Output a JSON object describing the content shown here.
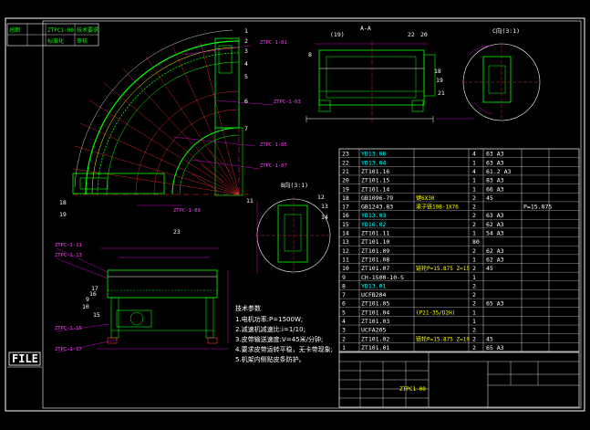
{
  "header": {
    "cells": [
      "总图",
      "ZTPC1-00",
      "技术要求",
      "标准化",
      "审核"
    ]
  },
  "side_label": "FILE",
  "notes": {
    "title": "技术参数",
    "lines": [
      "1.电机功率:P=1500W;",
      "2.减速机减速比:i=1/10;",
      "3.皮带输送速度:V=45米/分钟;",
      "4.要求皮带运转平稳，无卡带现象;",
      "5.机架内侧贴皮条防护。"
    ]
  },
  "callouts": [
    "1",
    "2",
    "3",
    "4",
    "5",
    "6",
    "7",
    "8",
    "9",
    "10",
    "11",
    "12",
    "13",
    "14",
    "15",
    "16",
    "17",
    "18",
    "19",
    "20",
    "21",
    "22",
    "23"
  ],
  "view_labels": {
    "section_aa": "A-A",
    "detail_c": "C向(3:1)",
    "detail_b": "B向(3:1)",
    "marker_19": "(19)",
    "marker_20": "20",
    "marker_22": "22"
  },
  "bom": {
    "rows": [
      {
        "no": "23",
        "code": "YD13.06",
        "name": "",
        "qty": "4",
        "mat": "63  A3",
        "note": ""
      },
      {
        "no": "22",
        "code": "YD13.04",
        "name": "",
        "qty": "1",
        "mat": "63  A3",
        "note": ""
      },
      {
        "no": "21",
        "code": "ZT101.16",
        "name": "",
        "qty": "4",
        "mat": "61.2 A3",
        "note": ""
      },
      {
        "no": "20",
        "code": "ZT101.15",
        "name": "",
        "qty": "1",
        "mat": "83  A3",
        "note": ""
      },
      {
        "no": "19",
        "code": "ZT101.14",
        "name": "",
        "qty": "1",
        "mat": "66  A3",
        "note": ""
      },
      {
        "no": "18",
        "code": "GB1096-79",
        "name": "键6X30",
        "qty": "2",
        "mat": "45",
        "note": ""
      },
      {
        "no": "17",
        "code": "GB1243.83",
        "name": "滚子链10B-1X76",
        "qty": "2",
        "mat": "",
        "note": "P=15.875"
      },
      {
        "no": "16",
        "code": "YD13.03",
        "name": "",
        "qty": "2",
        "mat": "63  A3",
        "note": ""
      },
      {
        "no": "15",
        "code": "YD16.02",
        "name": "",
        "qty": "2",
        "mat": "62  A3",
        "note": ""
      },
      {
        "no": "14",
        "code": "ZT101.11",
        "name": "",
        "qty": "1",
        "mat": "54  A3",
        "note": ""
      },
      {
        "no": "13",
        "code": "ZT101.10",
        "name": "",
        "qty": "80",
        "mat": "",
        "note": ""
      },
      {
        "no": "12",
        "code": "ZT101.09",
        "name": "",
        "qty": "2",
        "mat": "62  A3",
        "note": ""
      },
      {
        "no": "11",
        "code": "ZT101.08",
        "name": "",
        "qty": "1",
        "mat": "62  A3",
        "note": ""
      },
      {
        "no": "10",
        "code": "ZT101.07",
        "name": "链轮P=15.875 Z=15",
        "qty": "2",
        "mat": "45",
        "note": ""
      },
      {
        "no": "9",
        "code": "CH-1500-10-S",
        "name": "",
        "qty": "1",
        "mat": "",
        "note": ""
      },
      {
        "no": "8",
        "code": "YD13.01",
        "name": "",
        "qty": "2",
        "mat": "",
        "note": ""
      },
      {
        "no": "7",
        "code": "UCFB204",
        "name": "",
        "qty": "2",
        "mat": "",
        "note": ""
      },
      {
        "no": "6",
        "code": "ZT101.05",
        "name": "",
        "qty": "2",
        "mat": "65  A3",
        "note": ""
      },
      {
        "no": "5",
        "code": "ZT101.04",
        "name": "(P21-35/D2H)",
        "qty": "1",
        "mat": "",
        "note": ""
      },
      {
        "no": "4",
        "code": "ZT101.03",
        "name": "",
        "qty": "1",
        "mat": "",
        "note": ""
      },
      {
        "no": "3",
        "code": "UCFA205",
        "name": "",
        "qty": "2",
        "mat": "",
        "note": ""
      },
      {
        "no": "2",
        "code": "ZT101.02",
        "name": "链轮P=15.875 Z=19",
        "qty": "2",
        "mat": "45",
        "note": ""
      },
      {
        "no": "1",
        "code": "ZT101.01",
        "name": "",
        "qty": "2",
        "mat": "65  A3",
        "note": ""
      }
    ]
  },
  "title_block": {
    "code": "ZTPC1-00"
  },
  "colors": {
    "bg": "#000000",
    "frame": "#ffffff",
    "outline": "#00ff00",
    "dim": "#ff00ff",
    "centerline": "#ff3333",
    "text": "#ffffff",
    "cyan": "#00ffff",
    "yellow": "#ffff00"
  }
}
